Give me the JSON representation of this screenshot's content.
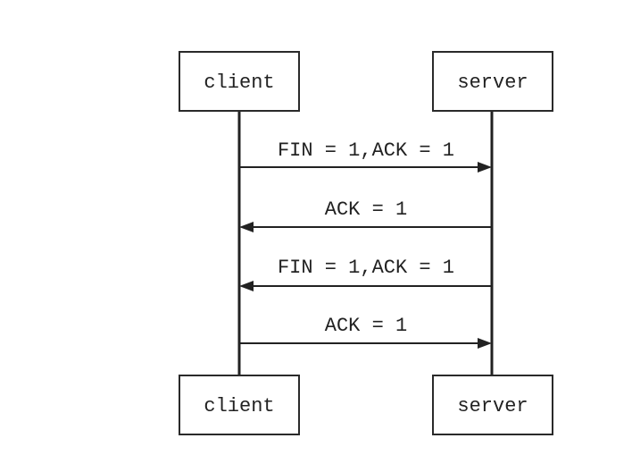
{
  "participants": {
    "left": {
      "label": "client"
    },
    "right": {
      "label": "server"
    }
  },
  "messages": [
    {
      "label": "FIN = 1,ACK = 1",
      "from": "client",
      "to": "server"
    },
    {
      "label": "ACK = 1",
      "from": "server",
      "to": "client"
    },
    {
      "label": "FIN = 1,ACK = 1",
      "from": "server",
      "to": "client"
    },
    {
      "label": "ACK = 1",
      "from": "client",
      "to": "server"
    }
  ]
}
